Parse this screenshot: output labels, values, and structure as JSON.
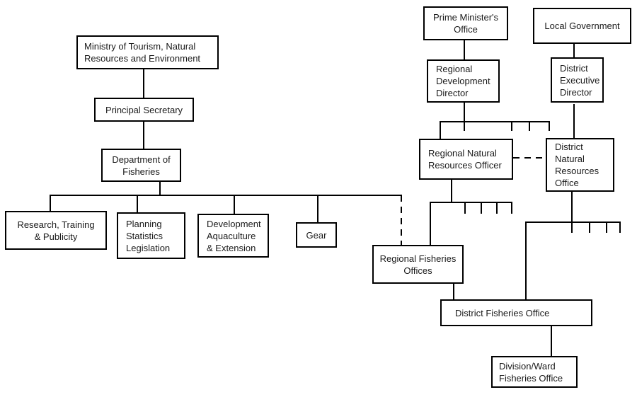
{
  "diagram": {
    "type": "organizational-chart",
    "nodes": {
      "ministry": {
        "label": "Ministry of Tourism, Natural\nResources and Environment"
      },
      "principal_secretary": {
        "label": "Principal Secretary"
      },
      "dept_fisheries": {
        "label": "Department of\nFisheries"
      },
      "research": {
        "label": "Research, Training\n& Publicity"
      },
      "planning": {
        "label": "Planning\nStatistics\nLegislation"
      },
      "development": {
        "label": "Development\nAquaculture\n& Extension"
      },
      "gear": {
        "label": "Gear"
      },
      "pmo": {
        "label": "Prime Minister's\nOffice"
      },
      "local_gov": {
        "label": "Local Government"
      },
      "rdd": {
        "label": "Regional\nDevelopment\nDirector"
      },
      "ded": {
        "label": "District\nExecutive\nDirector"
      },
      "rnro": {
        "label": "Regional Natural\nResources Officer"
      },
      "dnro": {
        "label": "District\nNatural\nResources\nOffice"
      },
      "rfo": {
        "label": "Regional Fisheries\nOffices"
      },
      "dfo": {
        "label": "District Fisheries Office"
      },
      "dwfo": {
        "label": "Division/Ward\nFisheries Office"
      }
    },
    "edges": [
      {
        "from": "Ministry of Tourism, Natural Resources and Environment",
        "to": "Principal Secretary",
        "style": "solid"
      },
      {
        "from": "Principal Secretary",
        "to": "Department of Fisheries",
        "style": "solid"
      },
      {
        "from": "Department of Fisheries",
        "to": "Research, Training & Publicity",
        "style": "solid"
      },
      {
        "from": "Department of Fisheries",
        "to": "Planning Statistics Legislation",
        "style": "solid"
      },
      {
        "from": "Department of Fisheries",
        "to": "Development Aquaculture & Extension",
        "style": "solid"
      },
      {
        "from": "Department of Fisheries",
        "to": "Gear",
        "style": "solid"
      },
      {
        "from": "Department of Fisheries",
        "to": "Regional Fisheries Offices",
        "style": "dashed"
      },
      {
        "from": "Prime Minister's Office",
        "to": "Regional Development Director",
        "style": "solid"
      },
      {
        "from": "Local Government",
        "to": "District Executive Director",
        "style": "solid"
      },
      {
        "from": "Regional Development Director",
        "to": "Regional Natural Resources Officer",
        "style": "solid",
        "note": "rail with hatch marks (multiple offices)"
      },
      {
        "from": "Regional Natural Resources Officer",
        "to": "District Natural Resources Office",
        "style": "dashed"
      },
      {
        "from": "District Executive Director",
        "to": "District Natural Resources Office",
        "style": "solid"
      },
      {
        "from": "Regional Natural Resources Officer",
        "to": "Regional Fisheries Offices",
        "style": "solid",
        "note": "rail with hatch marks (multiple offices)"
      },
      {
        "from": "District Natural Resources Office",
        "to": "District Fisheries Office",
        "style": "solid",
        "note": "rail with hatch marks (multiple offices)"
      },
      {
        "from": "Regional Fisheries Offices",
        "to": "District Fisheries Office",
        "style": "solid"
      },
      {
        "from": "District Fisheries Office",
        "to": "Division/Ward Fisheries Office",
        "style": "solid"
      }
    ],
    "colors": {
      "background": "#ffffff",
      "box_border": "#000000",
      "box_fill": "#ffffff",
      "line": "#000000",
      "text": "#1a1a1a"
    }
  }
}
